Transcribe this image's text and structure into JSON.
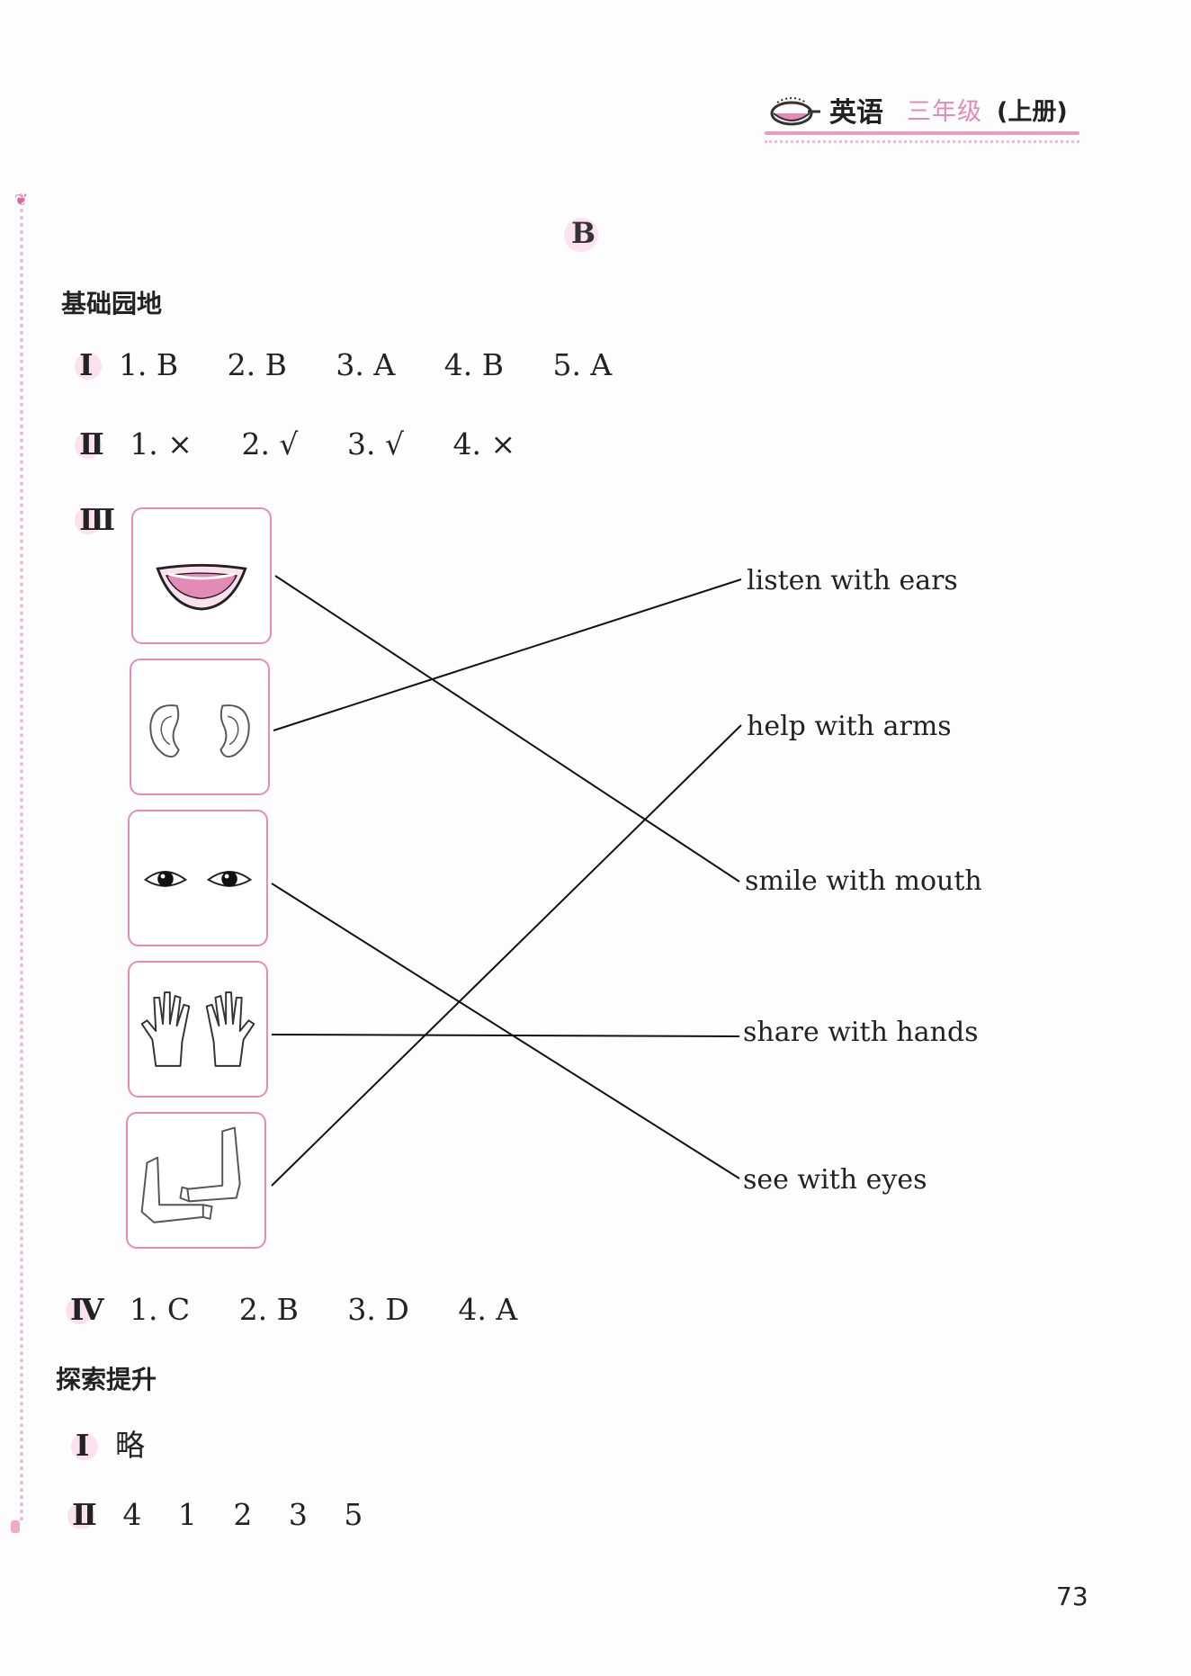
{
  "header": {
    "subject": "英语",
    "grade": "三年级",
    "volume": "(上册)"
  },
  "section_letter": "B",
  "basic": {
    "heading": "基础园地",
    "q1": {
      "roman": "Ⅰ",
      "answers": [
        "1. B",
        "2. B",
        "3. A",
        "4. B",
        "5. A"
      ]
    },
    "q2": {
      "roman": "Ⅱ",
      "answers": [
        "1. ×",
        "2. √",
        "3. √",
        "4. ×"
      ]
    },
    "q3": {
      "roman": "Ⅲ",
      "pictures": [
        "mouth-image",
        "ears-image",
        "eyes-image",
        "hands-image",
        "arms-image"
      ],
      "phrases": [
        "listen with ears",
        "help with arms",
        "smile with mouth",
        "share with hands",
        "see with eyes"
      ],
      "matches": [
        {
          "picture": 0,
          "phrase": 2
        },
        {
          "picture": 1,
          "phrase": 0
        },
        {
          "picture": 2,
          "phrase": 4
        },
        {
          "picture": 3,
          "phrase": 3
        },
        {
          "picture": 4,
          "phrase": 1
        }
      ]
    },
    "q4": {
      "roman": "Ⅳ",
      "answers": [
        "1. C",
        "2. B",
        "3. D",
        "4. A"
      ]
    }
  },
  "explore": {
    "heading": "探索提升",
    "q1": {
      "roman": "Ⅰ",
      "answer": "略"
    },
    "q2": {
      "roman": "Ⅱ",
      "answers": [
        "4",
        "1",
        "2",
        "3",
        "5"
      ]
    }
  },
  "page_number": "73",
  "colors": {
    "accent": "#e78ab8",
    "accent_light": "#fbe1ee"
  }
}
